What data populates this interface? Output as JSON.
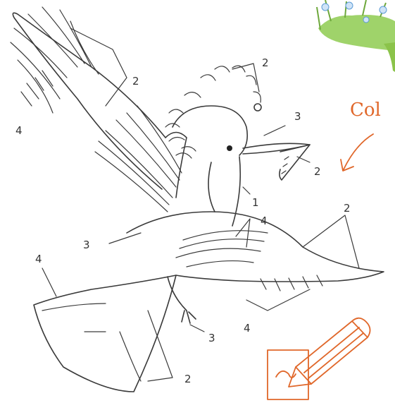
{
  "heading": {
    "text": "Col"
  },
  "colors": {
    "ink": "#3a3a3a",
    "accent": "#e0672a",
    "grass": "#8bc34a",
    "flower": "#5b9bd5"
  },
  "labels": {
    "crest_top": "2",
    "wing_left_tip": "4",
    "wing_left_upper": "2",
    "beak": "3",
    "worm": "2",
    "neck": "1",
    "body_left": "3",
    "body_center": "4",
    "right_wing_top": "2",
    "tail_top": "4",
    "right_wing_bottom": "4",
    "foot": "3",
    "tail_bottom": "2"
  },
  "icons": {
    "pencil": "pencil-icon",
    "arrow": "curved-arrow-icon",
    "grass": "grass-illustration"
  }
}
